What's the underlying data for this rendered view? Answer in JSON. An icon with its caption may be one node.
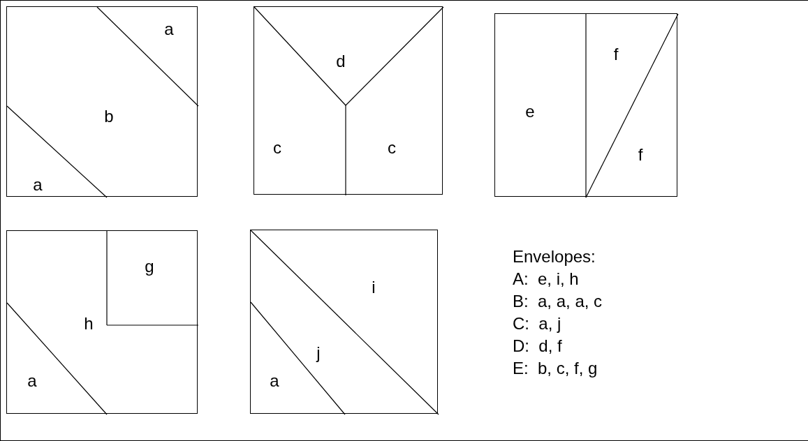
{
  "diagram": {
    "nodes": [
      {
        "text": [
          "a",
          "b",
          "a"
        ]
      },
      {
        "text": [
          "d",
          "c",
          "c"
        ]
      },
      {
        "text": [
          "f",
          "e",
          "f"
        ]
      },
      {
        "text": [
          "g",
          "h",
          "a"
        ]
      },
      {
        "text": [
          "i",
          "j",
          "a"
        ]
      }
    ],
    "labels": [
      "Envelopes:",
      "A:  e, i, h",
      "B:  a, a, a, c",
      "C:  a, j",
      "D:  d, f",
      "E:  b, c, f, g"
    ]
  }
}
